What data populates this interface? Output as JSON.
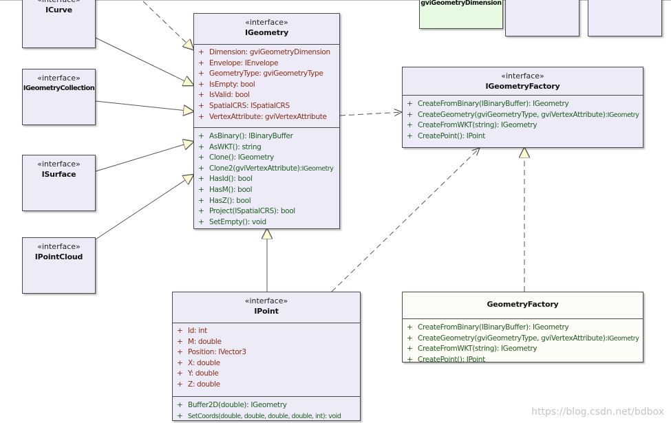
{
  "diagram": {
    "stereotype": "«interface»",
    "left_interfaces": [
      {
        "id": "icurve",
        "name": "ICurve"
      },
      {
        "id": "igeometrycollection",
        "name": "IGeometryCollection"
      },
      {
        "id": "isurface",
        "name": "ISurface"
      },
      {
        "id": "ipointcloud",
        "name": "IPointCloud"
      }
    ],
    "igeometry": {
      "name": "IGeometry",
      "attributes": [
        "Dimension: gviGeometryDimension",
        "Envelope: IEnvelope",
        "GeometryType: gviGeometryType",
        "IsEmpty: bool",
        "IsValid: bool",
        "SpatialCRS: ISpatialCRS",
        "VertexAttribute: gviVertexAttribute"
      ],
      "operations": [
        "AsBinary(): IBinaryBuffer",
        "AsWKT(): string",
        "Clone(): IGeometry",
        "Clone2(gviVertexAttribute):",
        "HasId(): bool",
        "HasM(): bool",
        "HasZ(): bool",
        "Project(ISpatialCRS): bool",
        "SetEmpty(): void"
      ],
      "clone2_return": "IGeometry"
    },
    "ipoint": {
      "name": "IPoint",
      "attributes": [
        "Id: int",
        "M: double",
        "Position: IVector3",
        "X: double",
        "Y: double",
        "Z: double"
      ],
      "operations": [
        "Buffer2D(double): IGeometry",
        "SetCoords(double, double, double, double, int): void"
      ]
    },
    "igeometryfactory": {
      "name": "IGeometryFactory",
      "operations": [
        "CreateFromBinary(IBinaryBuffer): IGeometry",
        "CreateGeometry(gviGeometryType, gviVertexAttribute):",
        "CreateFromWKT(string): IGeometry",
        "CreatePoint(): IPoint"
      ],
      "creategeometry_return": "IGeometry"
    },
    "geometryfactory": {
      "name": "GeometryFactory",
      "operations": [
        "CreateFromBinary(IBinaryBuffer): IGeometry",
        "CreateGeometry(gviGeometryType, gviVertexAttribute):",
        "CreateFromWKT(string): IGeometry",
        "CreatePoint(): IPoint"
      ],
      "creategeometry_return": "IGeometry"
    },
    "top_partial_name": "gviGeometryDimension",
    "visibility_symbol": "+"
  },
  "watermark": "https://blog.csdn.net/bdbox",
  "colors": {
    "interface_fill": "#ecebf7",
    "class_fill": "#fdfbf5",
    "enum_fill": "#e6fbe1",
    "attribute_text": "#8b2c14",
    "operation_text": "#1f5e1f"
  }
}
